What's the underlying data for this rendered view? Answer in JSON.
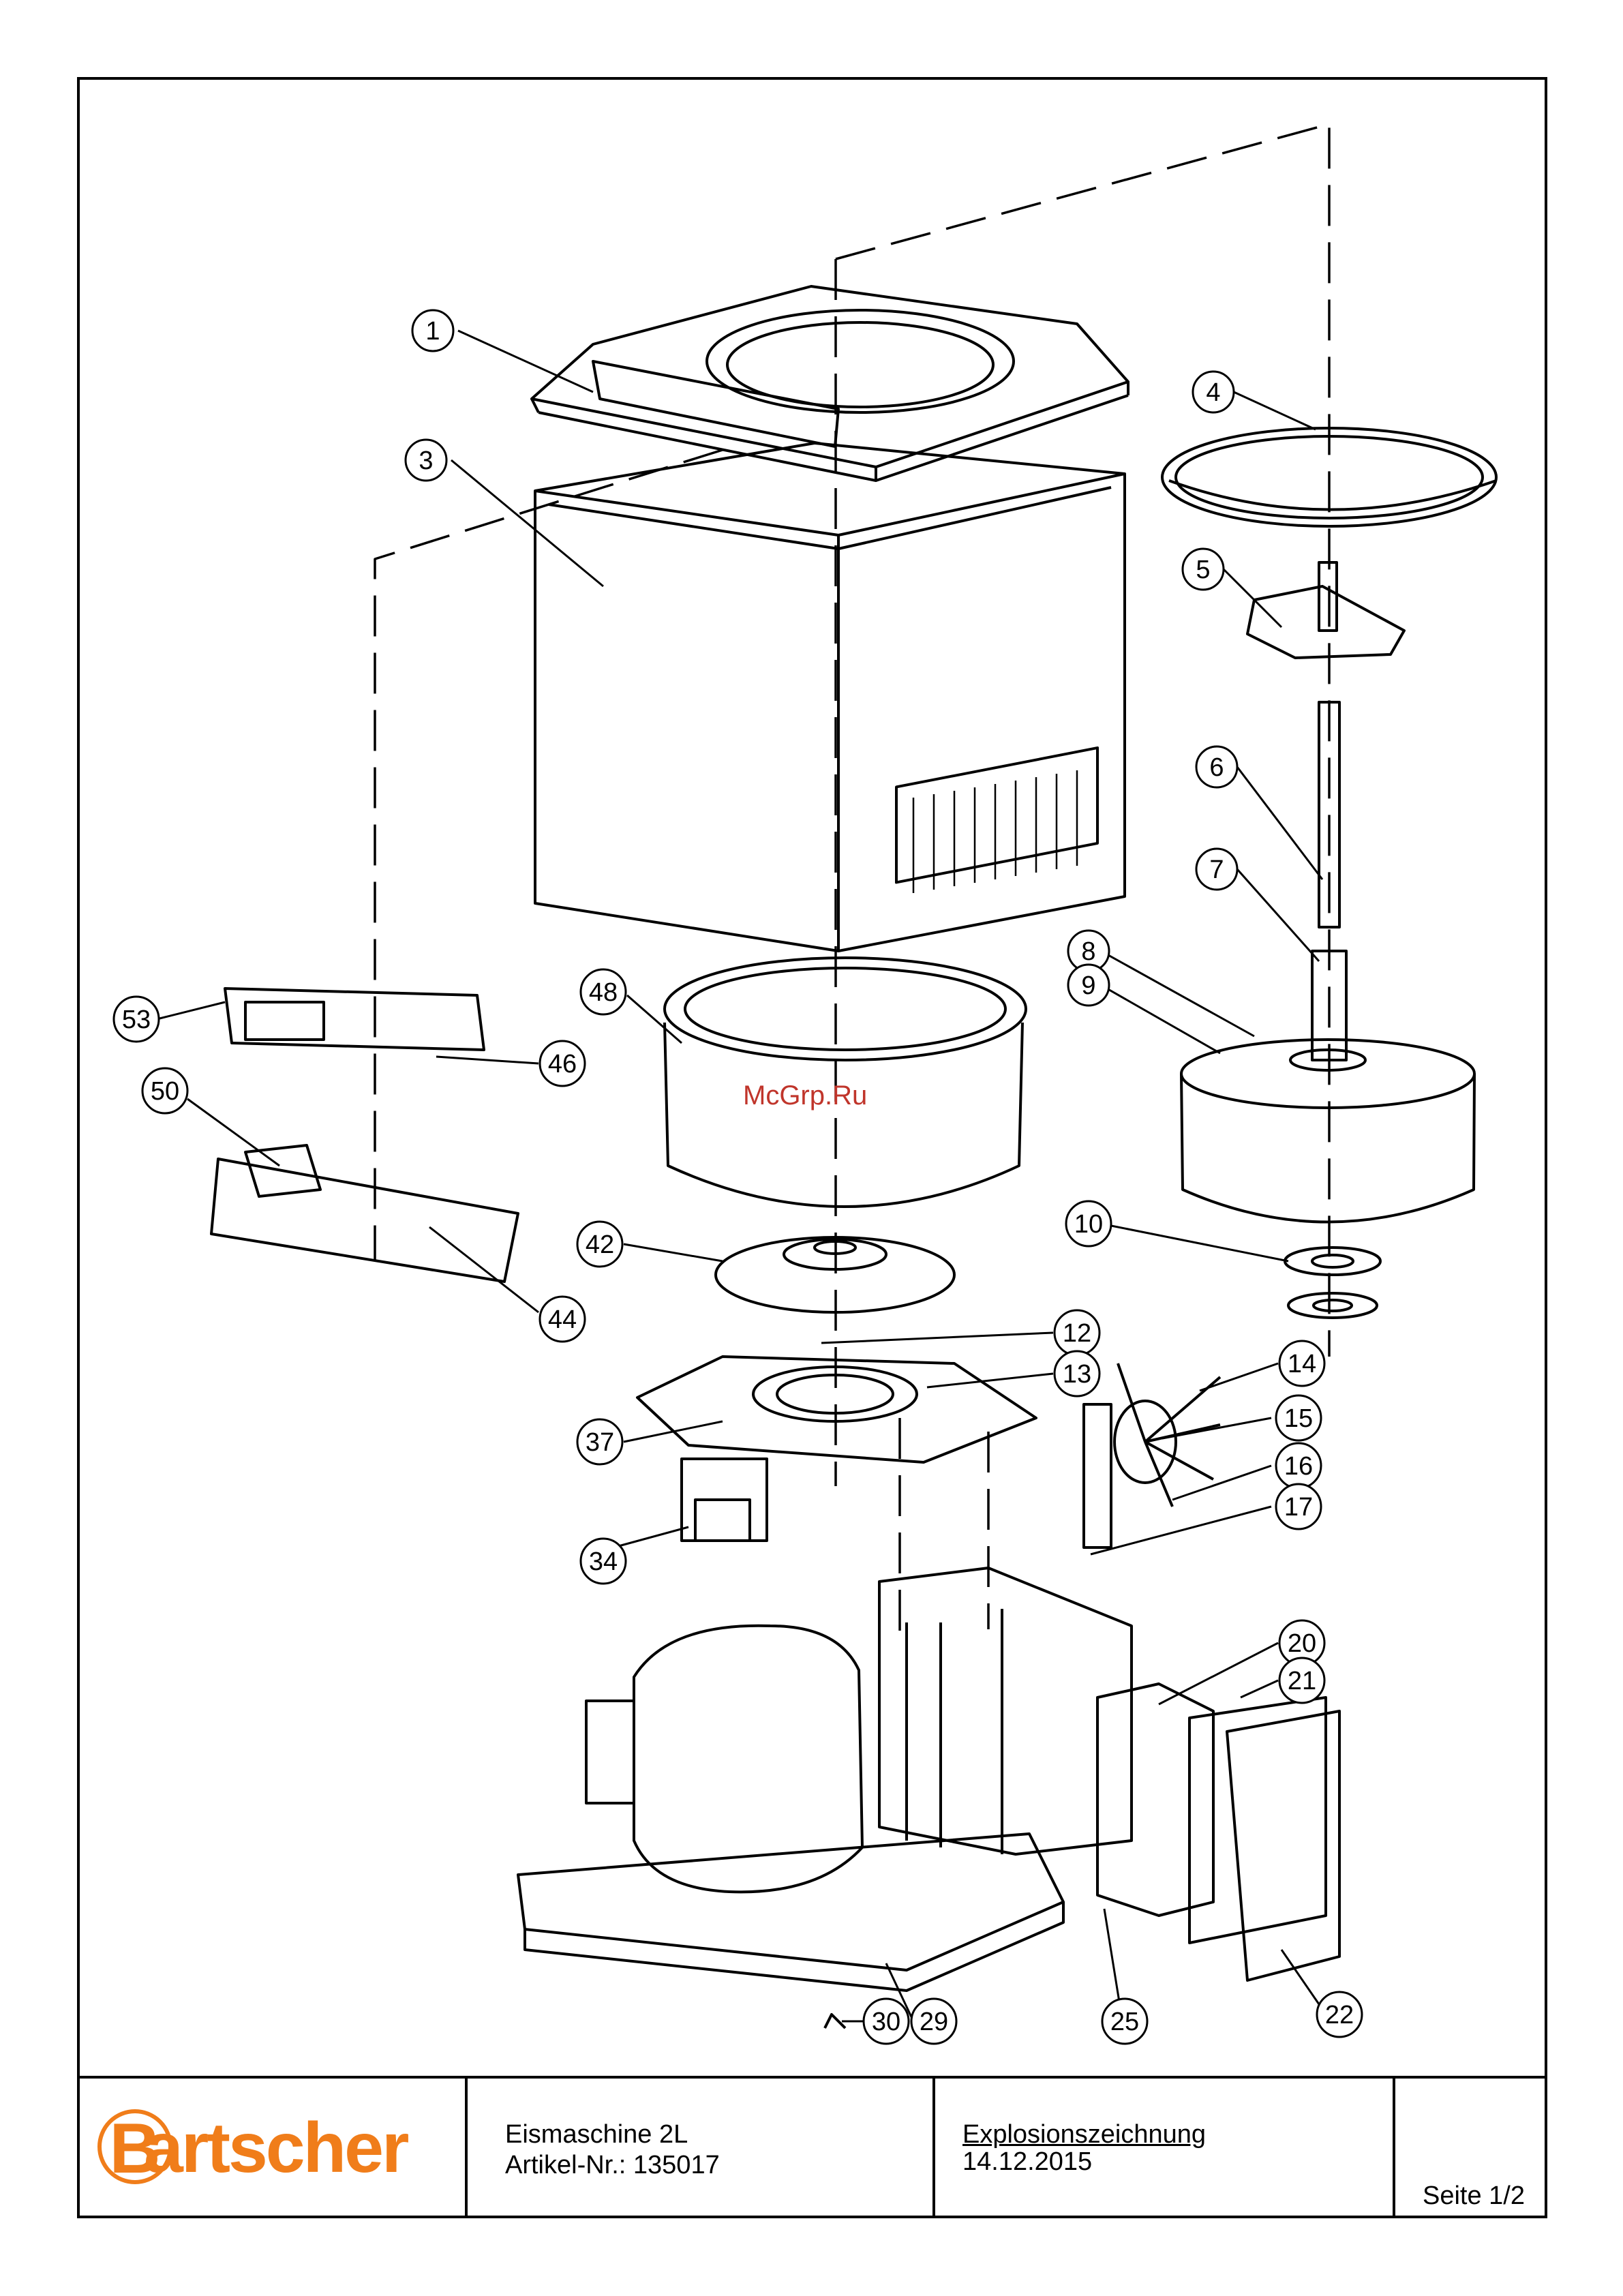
{
  "watermark": "McGrp.Ru",
  "callouts": [
    {
      "id": "1",
      "label": "1"
    },
    {
      "id": "3",
      "label": "3"
    },
    {
      "id": "4",
      "label": "4"
    },
    {
      "id": "5",
      "label": "5"
    },
    {
      "id": "6",
      "label": "6"
    },
    {
      "id": "7",
      "label": "7"
    },
    {
      "id": "8",
      "label": "8"
    },
    {
      "id": "9",
      "label": "9"
    },
    {
      "id": "10",
      "label": "10"
    },
    {
      "id": "12",
      "label": "12"
    },
    {
      "id": "13",
      "label": "13"
    },
    {
      "id": "14",
      "label": "14"
    },
    {
      "id": "15",
      "label": "15"
    },
    {
      "id": "16",
      "label": "16"
    },
    {
      "id": "17",
      "label": "17"
    },
    {
      "id": "20",
      "label": "20"
    },
    {
      "id": "21",
      "label": "21"
    },
    {
      "id": "22",
      "label": "22"
    },
    {
      "id": "25",
      "label": "25"
    },
    {
      "id": "29",
      "label": "29"
    },
    {
      "id": "30",
      "label": "30"
    },
    {
      "id": "34",
      "label": "34"
    },
    {
      "id": "37",
      "label": "37"
    },
    {
      "id": "42",
      "label": "42"
    },
    {
      "id": "44",
      "label": "44"
    },
    {
      "id": "46",
      "label": "46"
    },
    {
      "id": "48",
      "label": "48"
    },
    {
      "id": "50",
      "label": "50"
    },
    {
      "id": "53",
      "label": "53"
    }
  ],
  "title_block": {
    "logo_text": "artscher",
    "logo_color": "#f07d1a",
    "product_name": "Eismaschine 2L",
    "article_number": "Artikel-Nr.: 135017",
    "drawing_type": "Explosionszeichnung",
    "date": "14.12.2015",
    "page": "Seite 1/2"
  }
}
